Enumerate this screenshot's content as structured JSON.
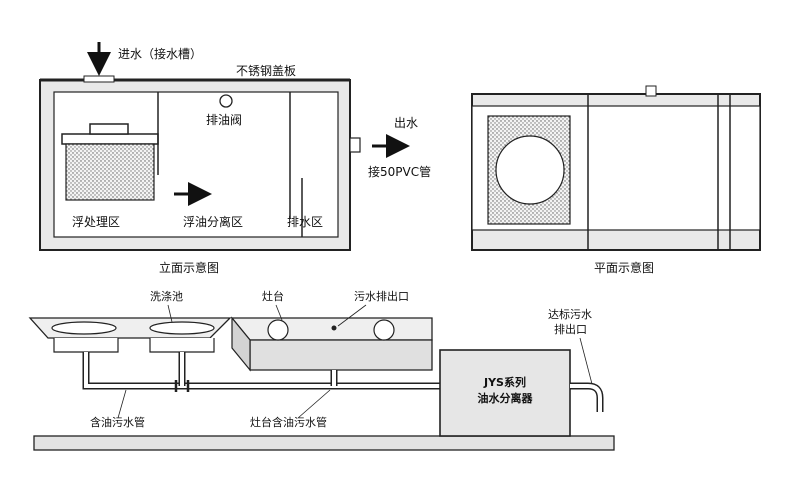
{
  "elevation": {
    "caption": "立面示意图",
    "inlet_label": "进水（接水槽）",
    "cover_label": "不锈钢盖板",
    "drain_valve_label": "排油阀",
    "outlet_label": "出水",
    "outlet_pipe_label": "接50PVC管",
    "zones": {
      "float_treatment": "浮处理区",
      "oil_separation": "浮油分离区",
      "drainage": "排水区"
    }
  },
  "plan": {
    "caption": "平面示意图"
  },
  "installation": {
    "sink_label": "洗涤池",
    "stove_label": "灶台",
    "stove_outlet_label": "污水排出口",
    "compliant_outlet_label_1": "达标污水",
    "compliant_outlet_label_2": "排出口",
    "oily_pipe_label": "含油污水管",
    "stove_pipe_label": "灶台含油污水管",
    "separator_label_1": "JYS系列",
    "separator_label_2": "油水分离器"
  }
}
